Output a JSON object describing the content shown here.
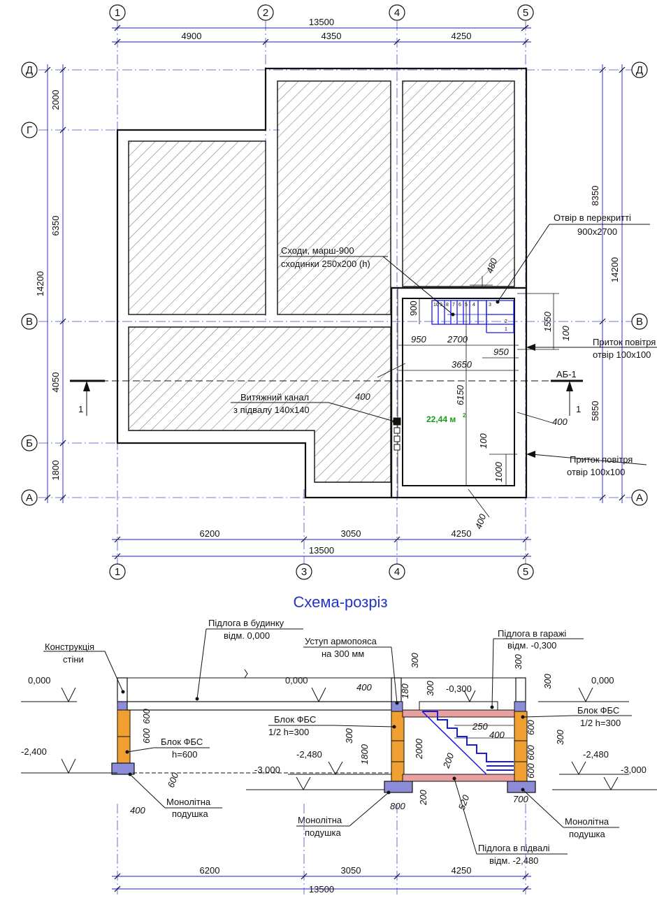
{
  "plan": {
    "axes_top": [
      "1",
      "2",
      "4",
      "5"
    ],
    "axes_bottom": [
      "1",
      "3",
      "4",
      "5"
    ],
    "axes_rows_left": [
      "Д",
      "Г",
      "В",
      "Б",
      "А"
    ],
    "axes_rows_right": [
      "Д",
      "В",
      "А"
    ],
    "dims_top_total": "13500",
    "dims_top": [
      "4900",
      "4350",
      "4250"
    ],
    "dims_bottom": [
      "6200",
      "3050",
      "4250"
    ],
    "dims_bottom_total": "13500",
    "dims_left": [
      "2000",
      "6350",
      "4050",
      "1800"
    ],
    "dims_left_total": "14200",
    "dims_right_total": "14200",
    "dims_right": [
      "8350",
      "5850"
    ],
    "inner_dims": {
      "d900": "900",
      "d950a": "950",
      "d2700": "2700",
      "d950b": "950",
      "d3650": "3650",
      "d6150": "6150",
      "d1550": "1550",
      "d100a": "100",
      "d100b": "100",
      "d1000": "1000",
      "d400a": "400",
      "d400b": "400",
      "d400c": "400",
      "d480": "480"
    },
    "stair_numbers": [
      "10",
      "9",
      "8",
      "7",
      "6",
      "5",
      "4",
      "3",
      "2",
      "1"
    ],
    "area": "22,44 м",
    "area_sup": "2",
    "section_mark": "АБ-1",
    "section_num": "1",
    "notes": {
      "hole_line1": "Отвір в перекритті",
      "hole_line2": "900х2700",
      "stairs_line1": "Сходи, марш-900",
      "stairs_line2": "сходинки 250х200 (h)",
      "inflow1_line1": "Приток повітря",
      "inflow1_line2": "отвір 100х100",
      "exhaust_line1": "Витяжний канал",
      "exhaust_line2": "з підвалу 140х140",
      "inflow2_line1": "Приток повітря",
      "inflow2_line2": "отвір 100х100"
    }
  },
  "section": {
    "title": "Схема-розріз",
    "notes": {
      "floor_house_1": "Підлога в будинку",
      "floor_house_2": "відм. 0,000",
      "wall_1": "Конструкція",
      "wall_2": "стіни",
      "step_1": "Уступ армопояса",
      "step_2": "на 300 мм",
      "garage_1": "Підлога в гаражі",
      "garage_2": "відм. -0,300",
      "fbs_left_1": "Блок ФБС",
      "fbs_left_2": "h=600",
      "fbs_mid_1": "Блок ФБС",
      "fbs_mid_2": "1/2 h=300",
      "fbs_right_1": "Блок ФБС",
      "fbs_right_2": "1/2 h=300",
      "pad_left_1": "Монолітна",
      "pad_left_2": "подушка",
      "pad_mid_1": "Монолітна",
      "pad_mid_2": "подушка",
      "pad_right_1": "Монолітна",
      "pad_right_2": "подушка",
      "basement_1": "Підлога в підвалі",
      "basement_2": "відм. -2,480"
    },
    "levels": {
      "l0_left": "0,000",
      "l0_mid": "0,000",
      "l0_right": "0,000",
      "l030": "-0,300",
      "l2400": "-2,400",
      "l2480_mid": "-2,480",
      "l2480_right": "-2,480",
      "l3000_mid": "-3,000",
      "l3000_right": "-3,000"
    },
    "dims": {
      "s600a": "600",
      "s600b": "600",
      "s600c": "600",
      "s400": "400",
      "s400b": "400",
      "s300a": "300",
      "s1800": "1800",
      "s2000": "2000",
      "s300b": "300",
      "s180": "180",
      "s300c": "300",
      "s300d": "300",
      "s300e": "300",
      "s300f": "300",
      "s250": "250",
      "s400c": "400",
      "s200a": "200",
      "s200b": "200",
      "s520": "520",
      "s800": "800",
      "s700": "700",
      "s600d": "600",
      "s600e": "600",
      "s600f": "600"
    },
    "bottom_dims": [
      "6200",
      "3050",
      "4250"
    ],
    "bottom_total": "13500"
  },
  "colors": {
    "dimension_blue": "#1a1ae6",
    "outline": "#111111",
    "area_green": "#1a9a1a",
    "block_orange": "#f0a030",
    "pad_violet": "#8c8cd8",
    "slab_pink": "#e8a0a0",
    "title_blue": "#2233cc"
  }
}
